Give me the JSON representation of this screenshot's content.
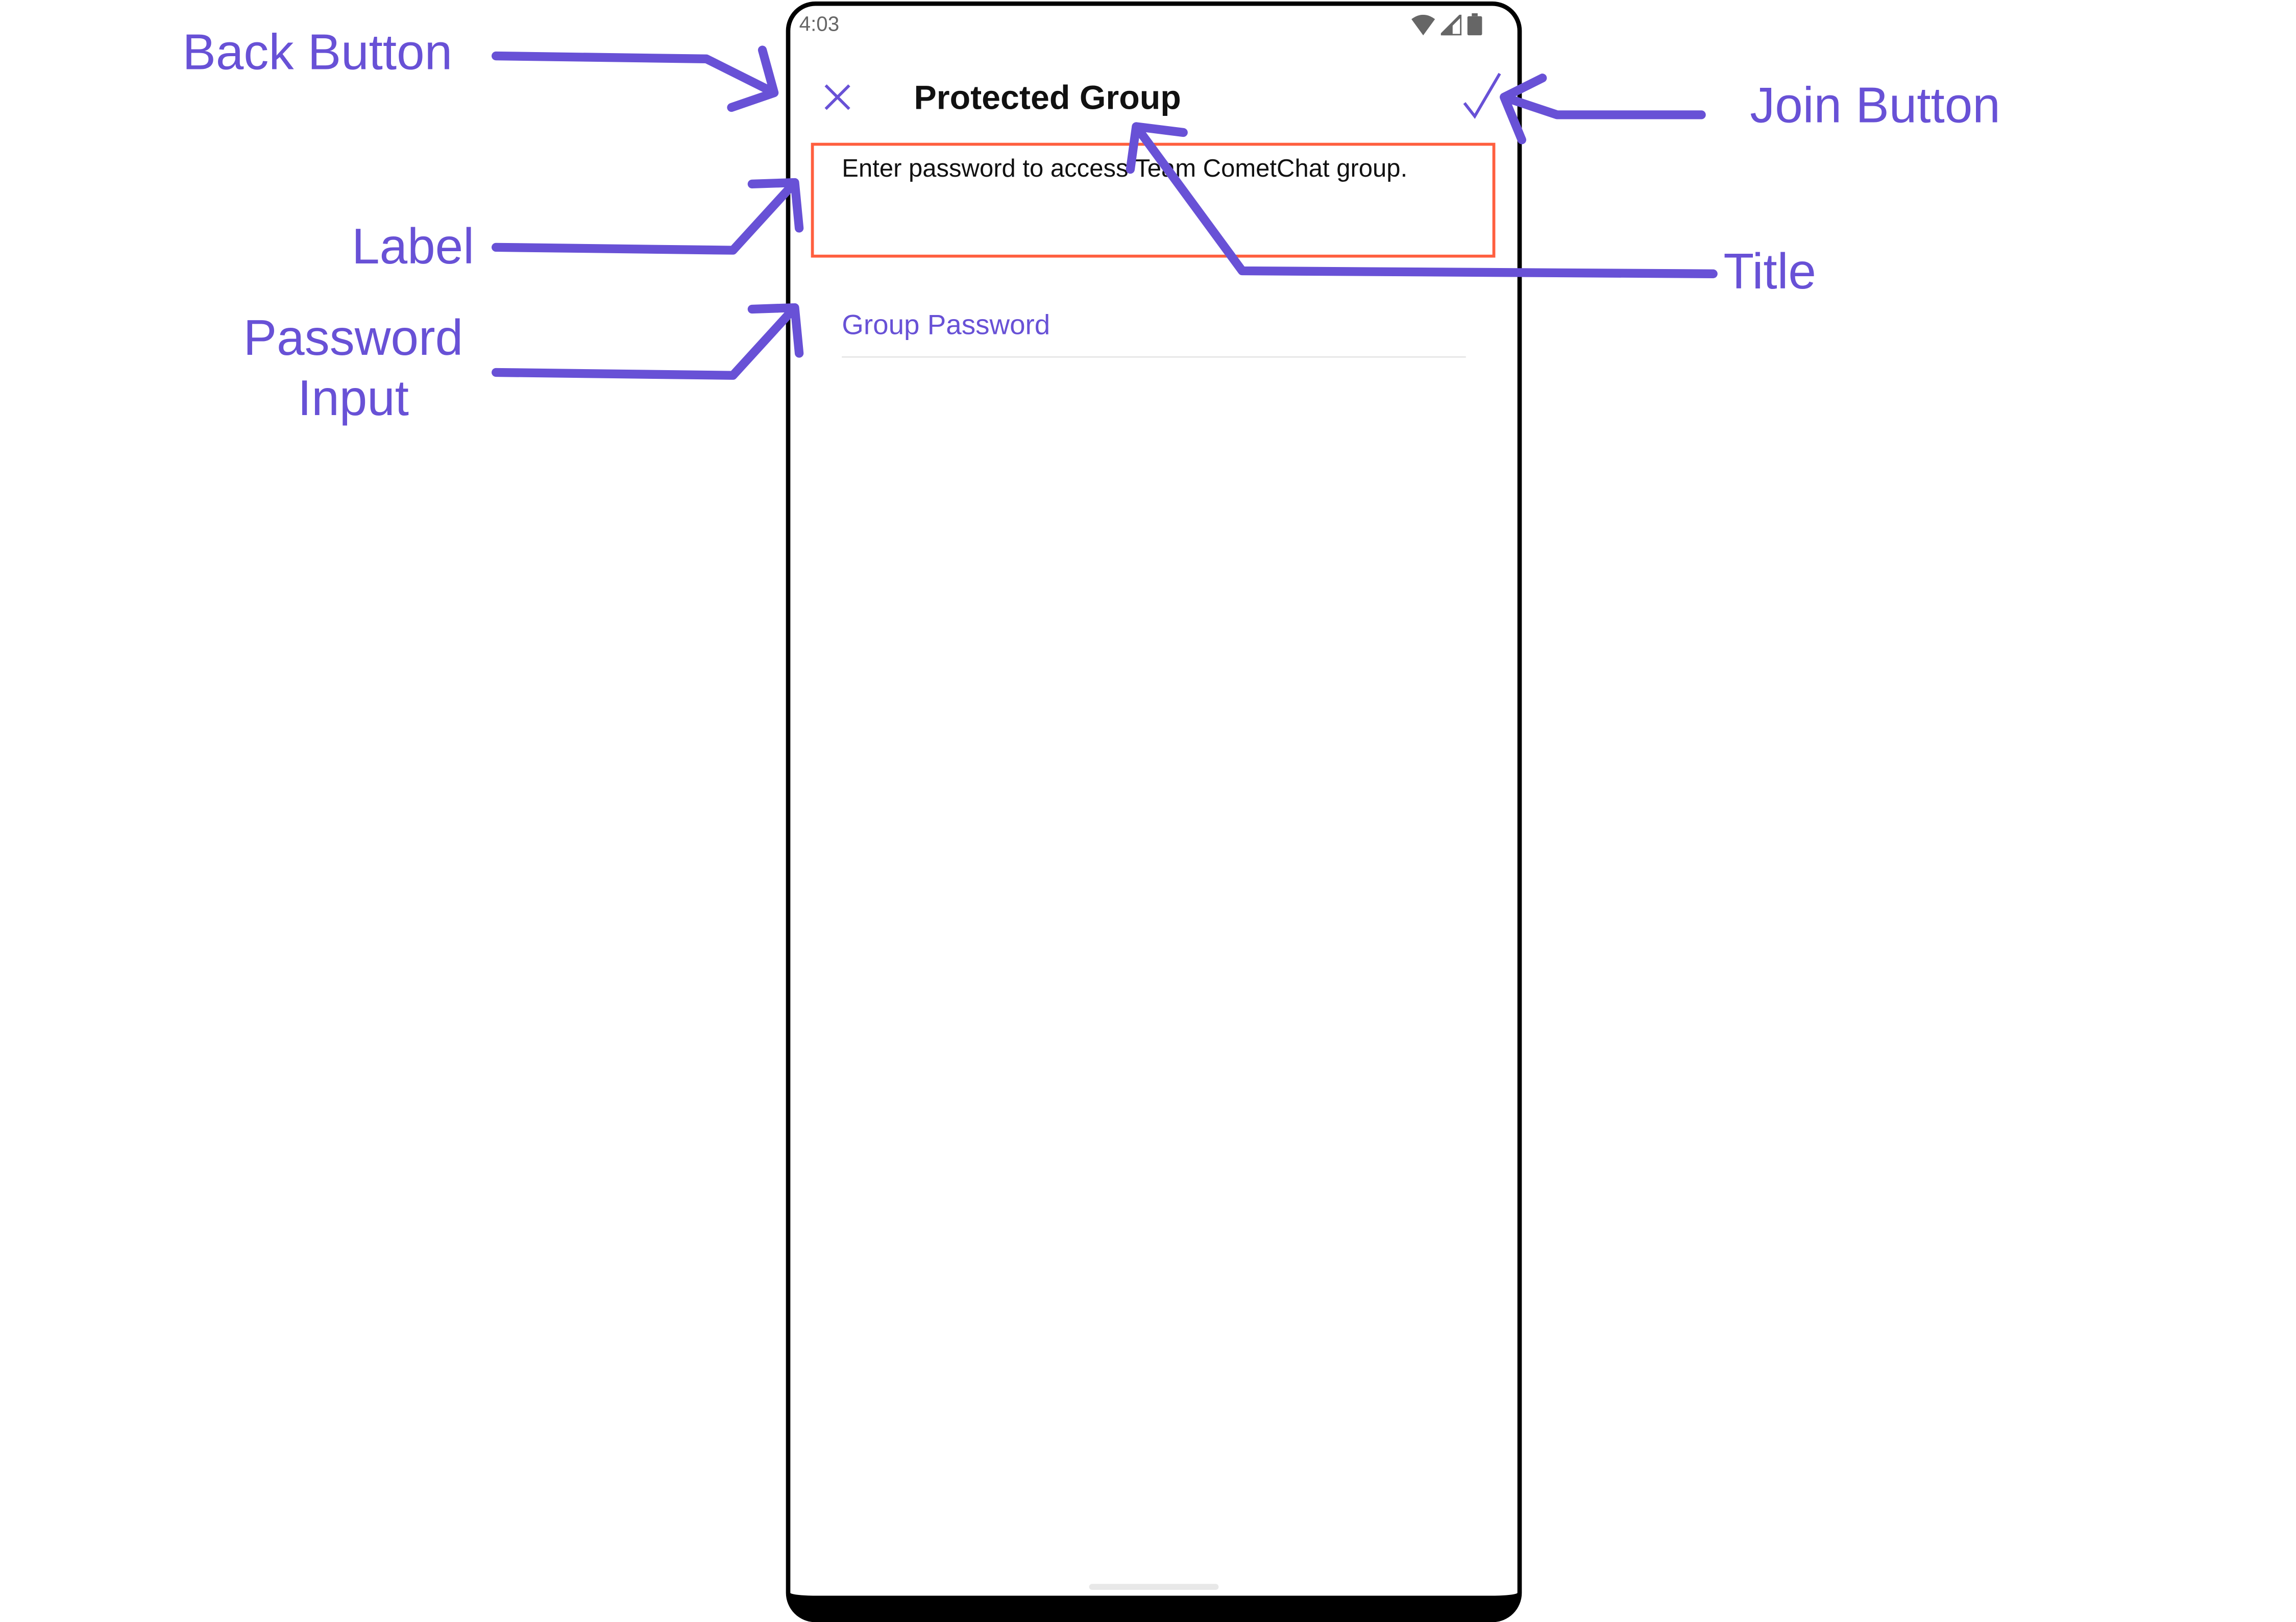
{
  "status_bar": {
    "time": "4:03",
    "icons": [
      "wifi-icon",
      "signal-icon",
      "battery-icon"
    ]
  },
  "header": {
    "title": "Protected Group",
    "back_icon": "close-icon",
    "join_icon": "check-icon"
  },
  "label": {
    "text": "Enter password to access Team CometChat group."
  },
  "password_input": {
    "placeholder": "Group Password",
    "value": ""
  },
  "annotations": {
    "back_button": "Back Button",
    "join_button": "Join Button",
    "label": "Label",
    "title": "Title",
    "password_input_line1": "Password",
    "password_input_line2": "Input"
  },
  "colors": {
    "accent": "#6851D6",
    "highlight_box": "#FF5F3F"
  }
}
